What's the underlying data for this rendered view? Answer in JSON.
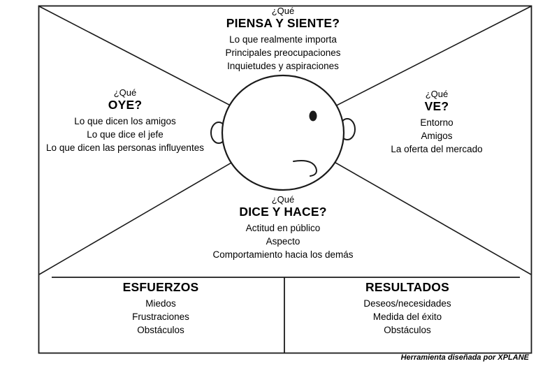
{
  "canvas": {
    "background": "#ffffff",
    "line_color": "#1a1a1a",
    "text_color": "#000000"
  },
  "sections": {
    "think": {
      "q": "¿Qué",
      "title": "PIENSA Y SIENTE?",
      "items": [
        "Lo que realmente importa",
        "Principales preocupaciones",
        "Inquietudes y aspiraciones"
      ]
    },
    "hear": {
      "q": "¿Qué",
      "title": "OYE?",
      "items": [
        "Lo que dicen los amigos",
        "Lo que dice el jefe",
        "Lo que dicen las personas influyentes"
      ]
    },
    "see": {
      "q": "¿Qué",
      "title": "VE?",
      "items": [
        "Entorno",
        "Amigos",
        "La oferta del mercado"
      ]
    },
    "say": {
      "q": "¿Qué",
      "title": "DICE Y HACE?",
      "items": [
        "Actitud en público",
        "Aspecto",
        "Comportamiento hacia los demás"
      ]
    },
    "efforts": {
      "title": "ESFUERZOS",
      "items": [
        "Miedos",
        "Frustraciones",
        "Obstáculos"
      ]
    },
    "results": {
      "title": "RESULTADOS",
      "items": [
        "Deseos/necesidades",
        "Medida del éxito",
        "Obstáculos"
      ]
    }
  },
  "footer": {
    "credit": "Herramienta diseñada por XPLANE"
  }
}
